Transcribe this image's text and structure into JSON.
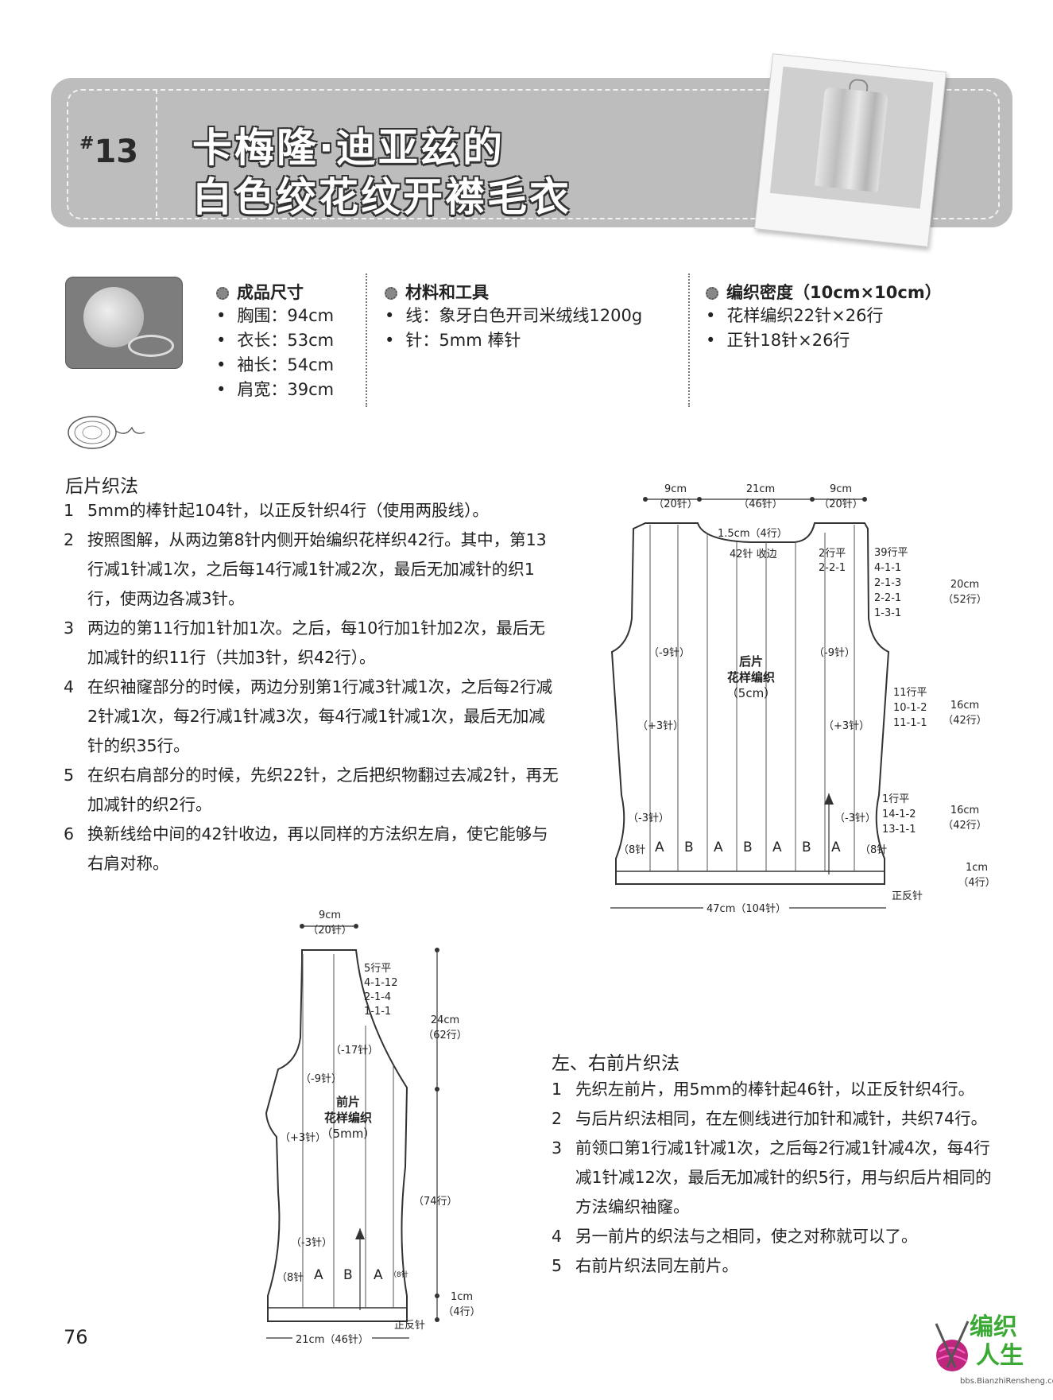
{
  "header": {
    "number_hash": "#",
    "number": "13",
    "title_line1": "卡梅隆·迪亚兹的",
    "title_line2": "白色绞花纹开襟毛衣"
  },
  "specs": {
    "size": {
      "heading": "成品尺寸",
      "items": [
        "胸围：94cm",
        "衣长：53cm",
        "袖长：54cm",
        "肩宽：39cm"
      ]
    },
    "materials": {
      "heading": "材料和工具",
      "items": [
        "线：象牙白色开司米绒线1200g",
        "针：5mm 棒针"
      ]
    },
    "gauge": {
      "heading": "编织密度（10cm×10cm）",
      "items": [
        "花样编织22针×26行",
        "正针18针×26行"
      ]
    }
  },
  "back": {
    "title": "后片织法",
    "steps": [
      {
        "n": "1",
        "text": "5mm的棒针起104针，以正反针织4行（使用两股线）。"
      },
      {
        "n": "2",
        "text": "按照图解，从两边第8针内侧开始编织花样织42行。其中，第13行减1针减1次，之后每14行减1针减2次，最后无加减针的织1行，使两边各减3针。"
      },
      {
        "n": "3",
        "text": "两边的第11行加1针加1次。之后，每10行加1针加2次，最后无加减针的织11行（共加3针，织42行）。"
      },
      {
        "n": "4",
        "text": "在织袖窿部分的时候，两边分别第1行减3针减1次，之后每2行减2针减1次，每2行减1针减3次，每4行减1针减1次，最后无加减针的织35行。"
      },
      {
        "n": "5",
        "text": "在织右肩部分的时候，先织22针，之后把织物翻过去减2针，再无加减针的织2行。"
      },
      {
        "n": "6",
        "text": "换新线给中间的42针收边，再以同样的方法织左肩，使它能够与右肩对称。"
      }
    ]
  },
  "front": {
    "title": "左、右前片织法",
    "steps": [
      {
        "n": "1",
        "text": "先织左前片，用5mm的棒针起46针，以正反针织4行。"
      },
      {
        "n": "2",
        "text": "与后片织法相同，在左侧线进行加针和减针，共织74行。"
      },
      {
        "n": "3",
        "text": "前领口第1行减1针减1次，之后每2行减1针减4次，每4行减1针减12次，最后无加减针的织5行，用与织后片相同的方法编织袖窿。"
      },
      {
        "n": "4",
        "text": "另一前片的织法与之相同，使之对称就可以了。"
      },
      {
        "n": "5",
        "text": "右前片织法同左前片。"
      }
    ]
  },
  "back_diagram": {
    "top_left_cm": "9cm",
    "top_left_st": "（20针）",
    "top_mid_cm": "21cm",
    "top_mid_st": "（46针）",
    "top_right_cm": "9cm",
    "top_right_st": "（20针）",
    "neck_depth": "1.5cm（4行）",
    "bind_off": "42针 收边",
    "shoulder_rows": [
      "2行平",
      "2-2-1"
    ],
    "armhole_rows": [
      "39行平",
      "4-1-1",
      "2-1-3",
      "2-2-1",
      "1-3-1"
    ],
    "armhole_dim_cm": "20cm",
    "armhole_dim_rows": "（52行）",
    "armhole_left_dec": "（-9针）",
    "armhole_right_dec": "（-9针）",
    "center_title": "后片",
    "center_sub1": "花样编织",
    "center_sub2": "（5cm）",
    "inc_left": "（+3针）",
    "inc_right": "（+3针）",
    "inc_rows": [
      "11行平",
      "10-1-2",
      "11-1-1"
    ],
    "inc_dim_cm": "16cm",
    "inc_dim_rows": "（42行）",
    "dec_left": "（-3针）",
    "dec_right": "（-3针）",
    "dec_rows": [
      "1行平",
      "14-1-2",
      "13-1-1"
    ],
    "dec_dim_cm": "16cm",
    "dec_dim_rows": "（42行）",
    "edge_left": "（8针",
    "edge_right": "（8针",
    "pattern_cols": [
      "A",
      "B",
      "A",
      "B",
      "A",
      "B",
      "A"
    ],
    "rib_cm": "1cm",
    "rib_rows": "（4行）",
    "rib_label": "正反针",
    "bottom_dim": "47cm（104针）"
  },
  "front_diagram": {
    "top_cm": "9cm",
    "top_st": "（20针）",
    "neck_rows": [
      "5行平",
      "4-1-12",
      "2-1-4",
      "1-1-1"
    ],
    "neck_dim_cm": "24cm",
    "neck_dim_rows": "（62行）",
    "neck_dec": "（-17针）",
    "armhole_dec": "（-9针）",
    "center_title": "前片",
    "center_sub1": "花样编织",
    "center_sub2": "（5mm）",
    "inc": "（+3针）",
    "body_rows": "（74行）",
    "dec": "（-3针）",
    "edge_left": "（8针",
    "edge_right": "（8针",
    "pattern_cols": [
      "A",
      "B",
      "A"
    ],
    "rib_cm": "1cm",
    "rib_rows": "（4行）",
    "rib_label": "正反针",
    "bottom_dim": "21cm（46针）"
  },
  "footer": {
    "page_number": "76",
    "logo_line1": "编织",
    "logo_line2": "人生",
    "logo_url": "bbs.BianzhiRensheng.com"
  },
  "colors": {
    "banner": "#bdbdbd",
    "logo_green": "#3aaa35",
    "logo_magenta": "#c0267e",
    "ink": "#222222"
  }
}
